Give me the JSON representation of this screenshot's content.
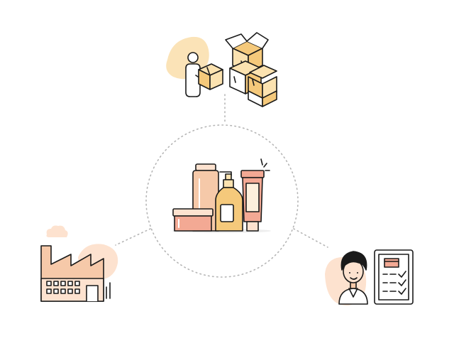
{
  "diagram": {
    "center": {
      "icon": "cosmetic-products-icon"
    },
    "nodes": [
      {
        "id": "logistics",
        "icon": "delivery-person-with-boxes-icon"
      },
      {
        "id": "manufacturer",
        "icon": "factory-icon"
      },
      {
        "id": "consumer",
        "icon": "person-with-checklist-icon"
      }
    ],
    "connector_style": "dotted",
    "colors": {
      "outline": "#1a1a1a",
      "peach": "#f6c9a9",
      "pale_peach": "#fde2cf",
      "box_yellow": "#f5c97b",
      "box_light": "#fbe2b0",
      "blob_yellow": "#fbe3b7",
      "salmon": "#f3a994",
      "cream": "#fdf0dc",
      "dots": "#b5b5b5",
      "white": "#ffffff"
    }
  }
}
